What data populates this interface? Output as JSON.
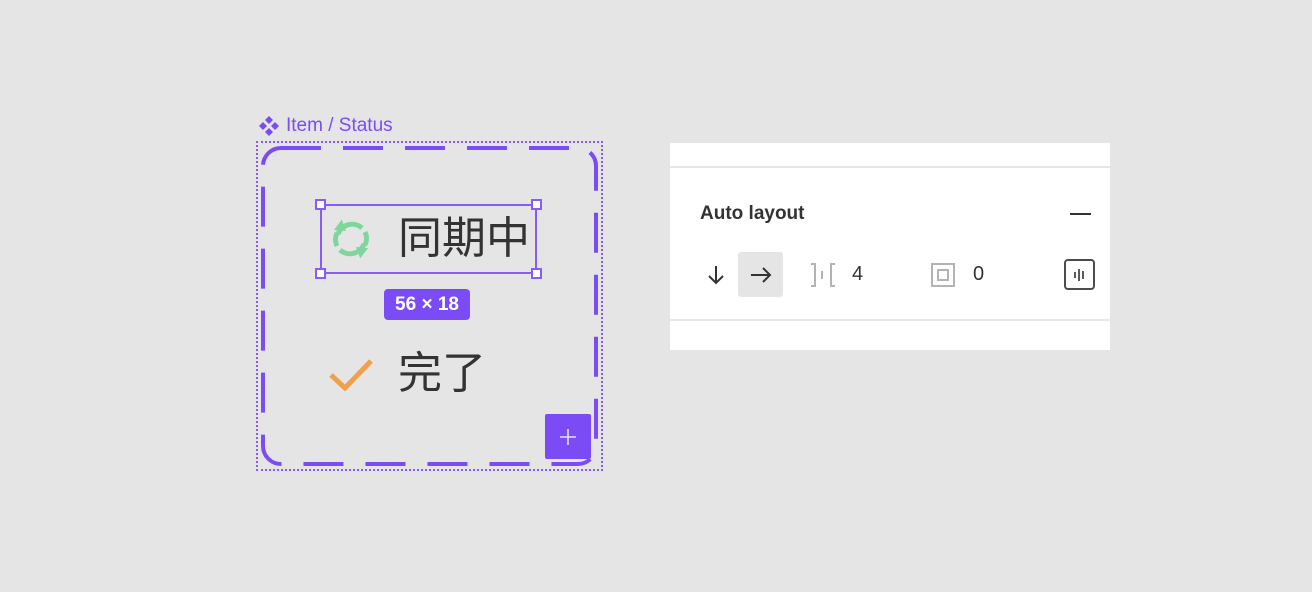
{
  "component": {
    "icon": "component-set-icon",
    "name": "Item / Status",
    "accent_color": "#7b4cf6",
    "variants": [
      {
        "icon": "sync-icon",
        "icon_color": "#7ed69a",
        "label": "同期中",
        "selected": true
      },
      {
        "icon": "check-icon",
        "icon_color": "#f0a04b",
        "label": "完了",
        "selected": false
      }
    ],
    "selection_size": "56 × 18",
    "add_variant_icon": "plus-icon"
  },
  "panel": {
    "section_title": "Auto layout",
    "remove_icon": "minus-icon",
    "direction": {
      "options": [
        {
          "icon": "arrow-down-icon",
          "glyph": "↓",
          "active": false
        },
        {
          "icon": "arrow-right-icon",
          "glyph": "→",
          "active": true
        }
      ]
    },
    "spacing": {
      "icon": "item-spacing-icon",
      "value": "4"
    },
    "padding": {
      "icon": "padding-icon",
      "value": "0"
    },
    "alignment_icon": "alignment-icon"
  }
}
